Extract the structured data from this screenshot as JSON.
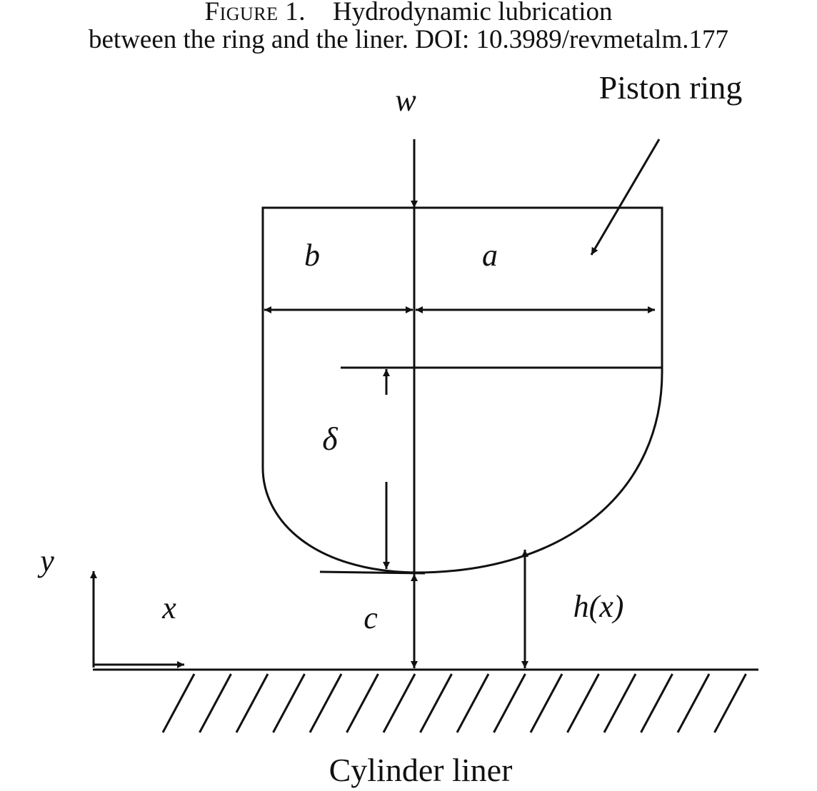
{
  "caption": {
    "figure_label": "Figure 1.",
    "title_part1": "Hydrodynamic lubrication",
    "title_part2": "between the ring and the liner. DOI: 10.3989/revmetalm.177"
  },
  "diagram": {
    "labels": {
      "load": "w",
      "piston_ring": "Piston ring",
      "width_left": "b",
      "width_right": "a",
      "crown_height": "δ",
      "min_clearance": "c",
      "film_thickness": "h(x)",
      "axis_y": "y",
      "axis_x": "x",
      "cylinder_liner": "Cylinder liner"
    },
    "stroke_color": "#111111"
  }
}
